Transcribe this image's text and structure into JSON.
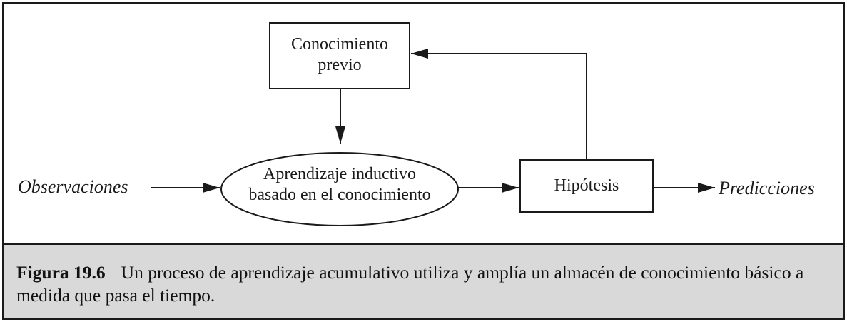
{
  "diagram": {
    "nodes": {
      "prior_knowledge": {
        "line1": "Conocimiento",
        "line2": "previo"
      },
      "inductive_learning": {
        "line1": "Aprendizaje inductivo",
        "line2": "basado en el conocimiento"
      },
      "hypotheses": {
        "label": "Hipótesis"
      }
    },
    "input_label": "Observaciones",
    "output_label": "Predicciones"
  },
  "caption": {
    "label": "Figura 19.6",
    "text": "Un proceso de aprendizaje acumulativo utiliza y amplía un almacén de conocimiento básico a medida que pasa el tiempo."
  }
}
